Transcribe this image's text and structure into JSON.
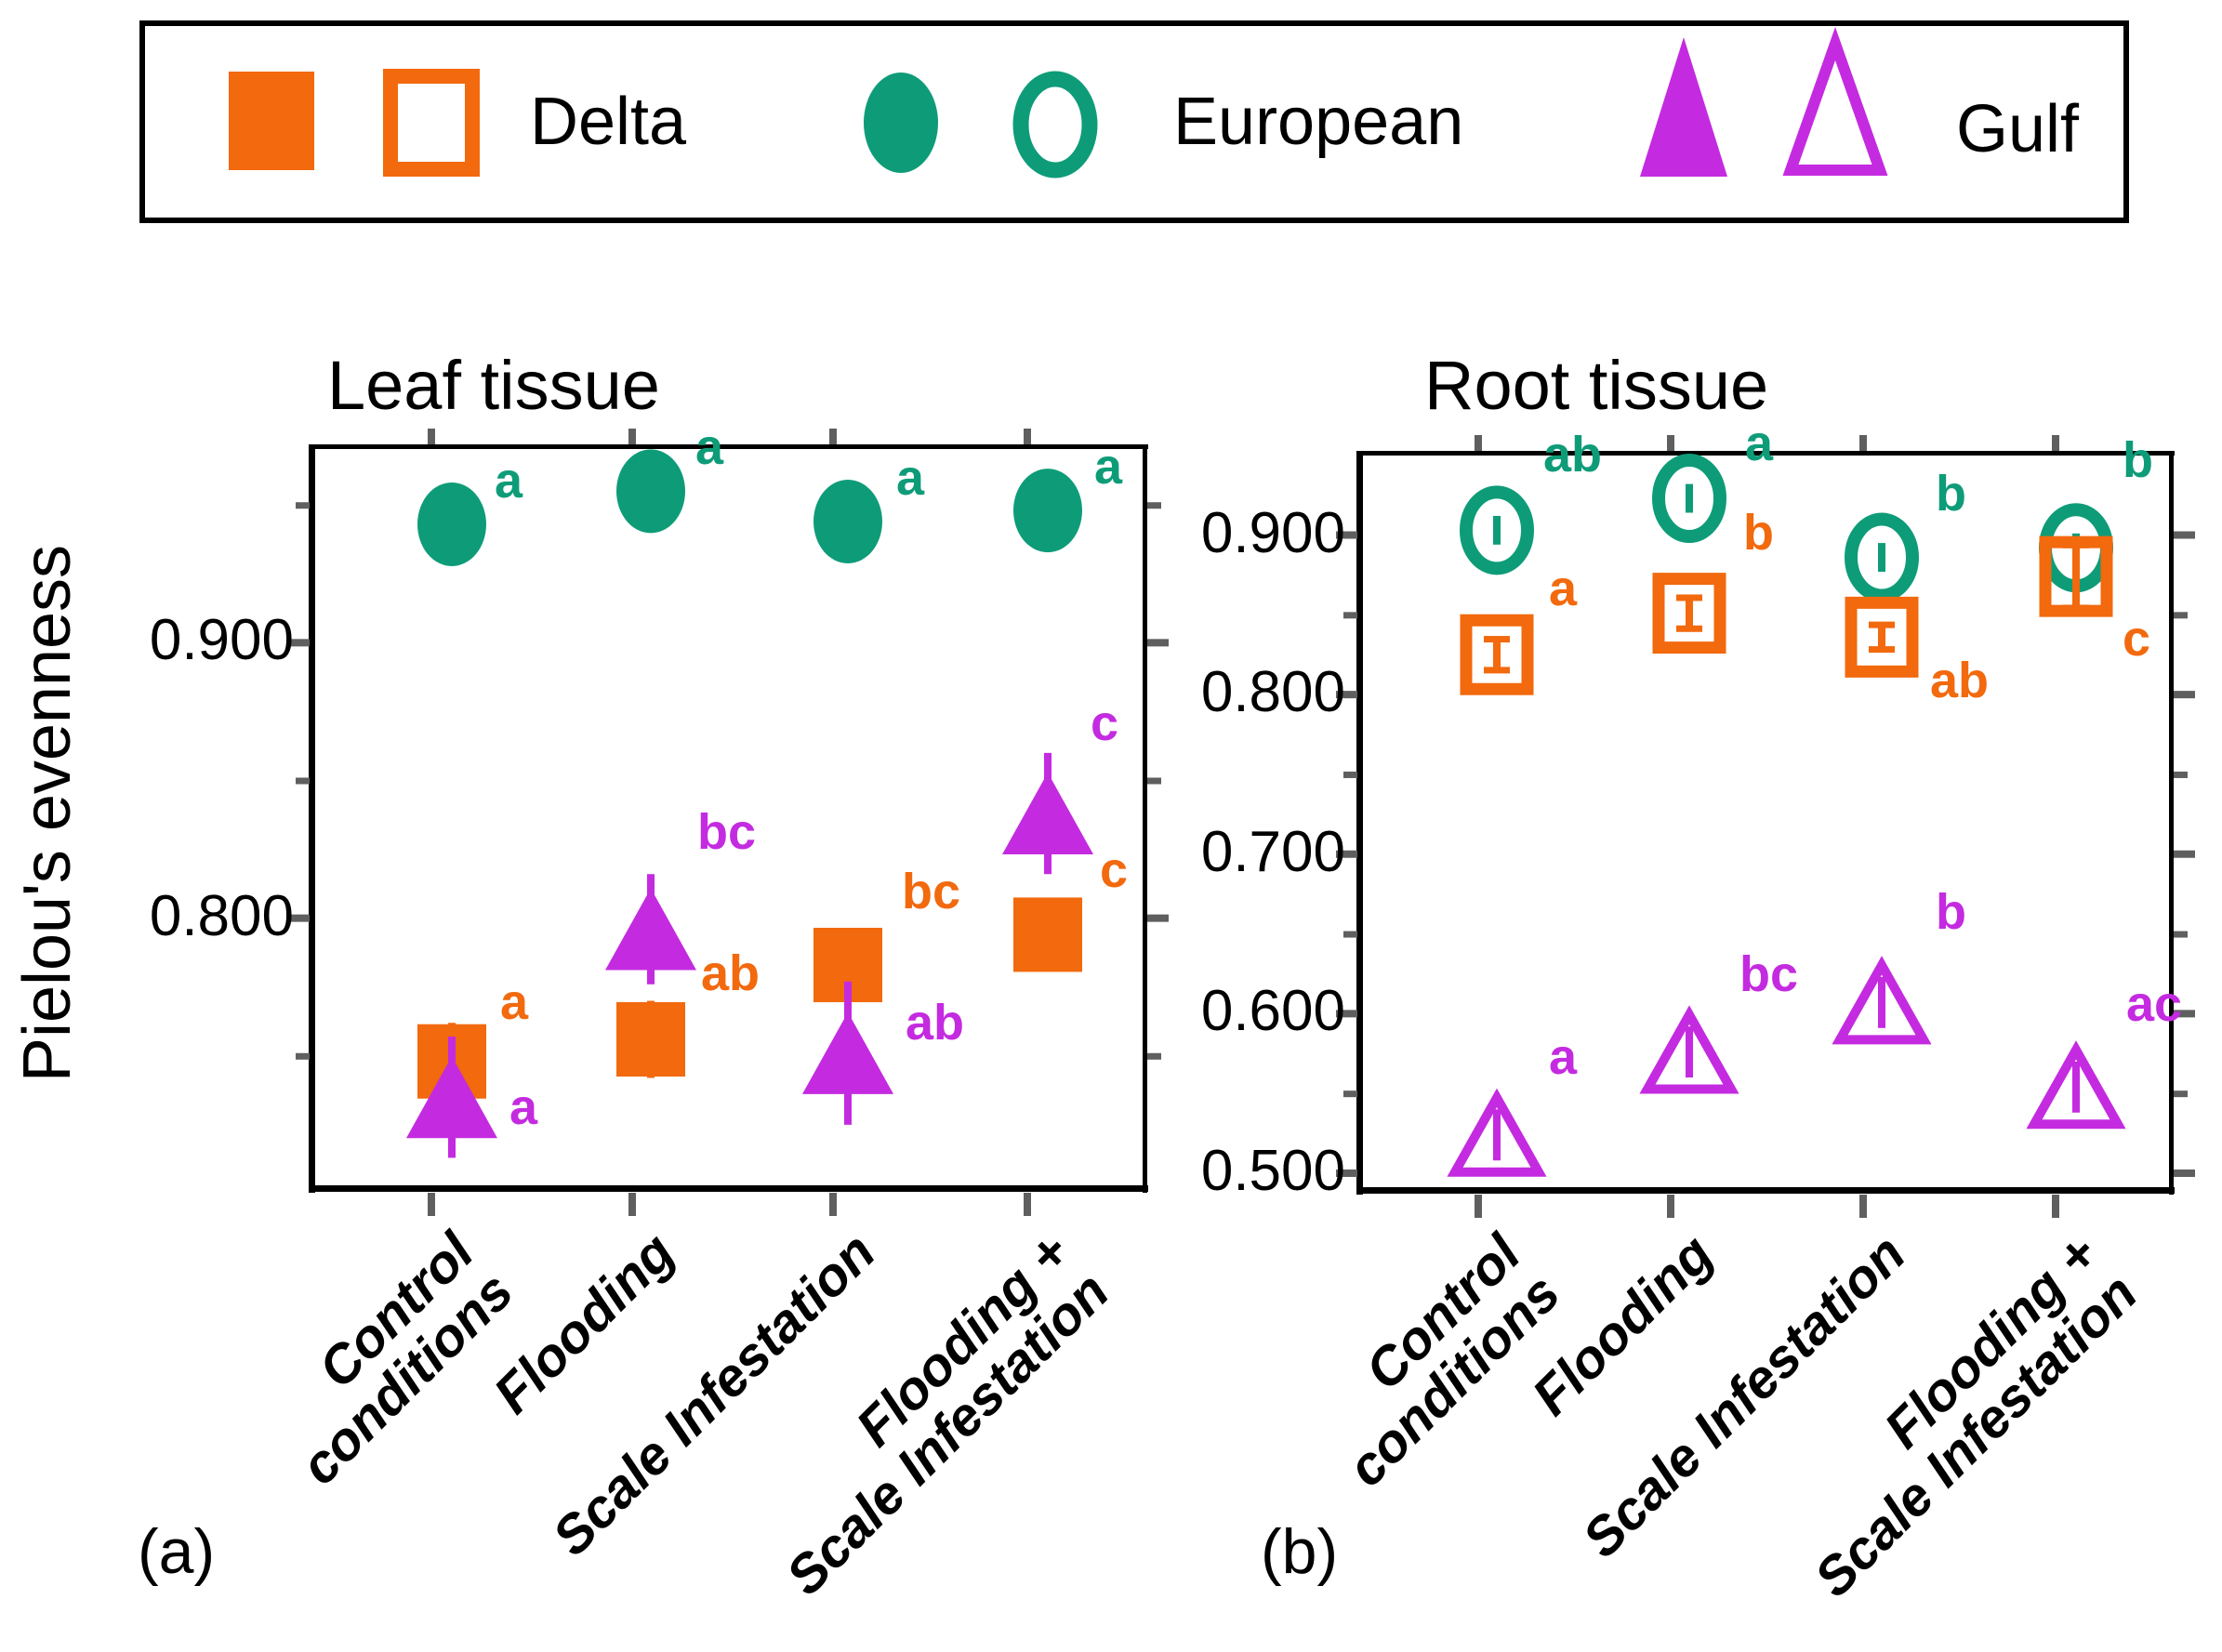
{
  "figure": {
    "y_axis_label": "Pielou's evenness",
    "caption_a": "(a)",
    "caption_b": "(b)"
  },
  "legend": {
    "items": [
      {
        "label": "Delta",
        "shape": "square",
        "color": "#F2690E"
      },
      {
        "label": "European",
        "shape": "circle",
        "color": "#0E9C78"
      },
      {
        "label": "Gulf",
        "shape": "triangle",
        "color": "#C42BE0"
      }
    ]
  },
  "chart_data": [
    {
      "type": "scatter",
      "panel": "a",
      "title": "Leaf tissue",
      "marker_style": "filled",
      "ylabel": "Pielou's evenness",
      "ylim": [
        0.702,
        0.971
      ],
      "yticks_major": [
        0.9,
        0.8
      ],
      "ytick_labels": [
        "0.900",
        "0.800"
      ],
      "yticks_minor": [
        0.95,
        0.85,
        0.75
      ],
      "grid": false,
      "categories": [
        "Control\nconditions",
        "Flooding",
        "Scale Infestation",
        "Flooding +\nScale Infestation"
      ],
      "series": [
        {
          "name": "European",
          "marker": "circle",
          "color": "#0E9C78",
          "values": [
            0.943,
            0.955,
            0.944,
            0.948
          ],
          "errors": [
            0.008,
            0.008,
            0.008,
            0.008
          ],
          "sig_labels": [
            "a",
            "a",
            "a",
            "a"
          ],
          "sig_offsets": [
            [
              46,
              -78
            ],
            [
              48,
              -78
            ],
            [
              52,
              -78
            ],
            [
              50,
              -78
            ]
          ]
        },
        {
          "name": "Delta",
          "marker": "square",
          "color": "#F2690E",
          "values": [
            0.748,
            0.756,
            0.783,
            0.794
          ],
          "errors": [
            0.014,
            0.014,
            0.013,
            0.013
          ],
          "sig_labels": [
            "a",
            "ab",
            "bc",
            "c"
          ],
          "sig_offsets": [
            [
              52,
              -95
            ],
            [
              54,
              -102
            ],
            [
              58,
              -110
            ],
            [
              56,
              -100
            ]
          ]
        },
        {
          "name": "Gulf",
          "marker": "triangle",
          "color": "#C42BE0",
          "values": [
            0.735,
            0.796,
            0.751,
            0.838
          ],
          "errors": [
            0.022,
            0.02,
            0.026,
            0.022
          ],
          "sig_labels": [
            "a",
            "bc",
            "ab",
            "c"
          ],
          "sig_offsets": [
            [
              62,
              -20
            ],
            [
              50,
              -135
            ],
            [
              62,
              -64
            ],
            [
              46,
              -128
            ]
          ]
        }
      ]
    },
    {
      "type": "scatter",
      "panel": "b",
      "title": "Root tissue",
      "marker_style": "open",
      "ylabel": "Pielou's evenness",
      "ylim": [
        0.4895,
        0.951
      ],
      "yticks_major": [
        0.9,
        0.8,
        0.7,
        0.6,
        0.5
      ],
      "ytick_labels": [
        "0.900",
        "0.800",
        "0.700",
        "0.600",
        "0.500"
      ],
      "yticks_minor": [
        0.85,
        0.75,
        0.65,
        0.55
      ],
      "grid": false,
      "categories": [
        "Control\nconditions",
        "Flooding",
        "Scale Infestation",
        "Flooding +\nScale Infestation"
      ],
      "series": [
        {
          "name": "European",
          "marker": "circle",
          "color": "#0E9C78",
          "values": [
            0.903,
            0.923,
            0.886,
            0.892
          ],
          "errors": [
            0.009,
            0.009,
            0.009,
            0.009
          ],
          "sig_labels": [
            "ab",
            "a",
            "b",
            "b"
          ],
          "sig_offsets": [
            [
              50,
              -112
            ],
            [
              60,
              -90
            ],
            [
              58,
              -100
            ],
            [
              50,
              -125
            ]
          ]
        },
        {
          "name": "Delta",
          "marker": "square",
          "color": "#F2690E",
          "values": [
            0.825,
            0.851,
            0.836,
            0.874
          ],
          "errors": [
            0.01,
            0.01,
            0.008,
            0.02
          ],
          "caps": true,
          "sig_labels": [
            "a",
            "b",
            "ab",
            "c"
          ],
          "sig_offsets": [
            [
              56,
              -102
            ],
            [
              58,
              -118
            ],
            [
              52,
              16
            ],
            [
              50,
              36
            ]
          ]
        },
        {
          "name": "Gulf",
          "marker": "triangle",
          "color": "#C42BE0",
          "values": [
            0.524,
            0.576,
            0.607,
            0.554
          ],
          "errors": [
            0.016,
            0.016,
            0.016,
            0.016
          ],
          "sig_labels": [
            "a",
            "bc",
            "b",
            "ac"
          ],
          "sig_offsets": [
            [
              56,
              -115
            ],
            [
              54,
              -115
            ],
            [
              58,
              -128
            ],
            [
              54,
              -120
            ]
          ]
        }
      ]
    }
  ]
}
